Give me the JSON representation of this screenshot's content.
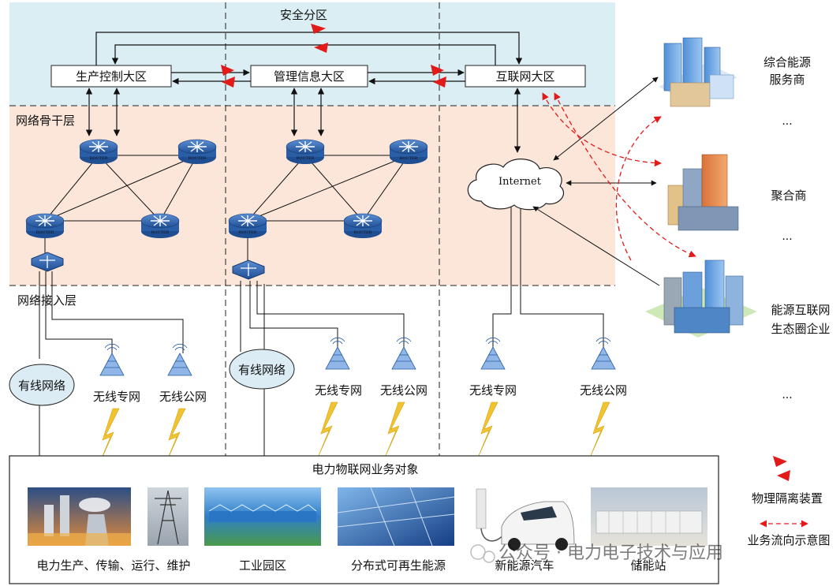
{
  "zones": {
    "security": "安全分区",
    "backbone": "网络骨干层",
    "access": "网络接入层"
  },
  "areas": {
    "production": "生产控制大区",
    "management": "管理信息大区",
    "internet_zone": "互联网大区"
  },
  "network": {
    "internet": "Internet",
    "router_label": "ROUTER",
    "wired": "有线网络",
    "wireless_private": "无线专网",
    "wireless_public": "无线公网"
  },
  "external": {
    "energy_service": [
      "综合能源",
      "服务商"
    ],
    "aggregator": "聚合商",
    "ecosystem": [
      "能源互联网",
      "生态圈企业"
    ],
    "ellipsis": "..."
  },
  "business": {
    "title": "电力物联网业务对象",
    "items": [
      "电力生产、传输、运行、维护",
      "工业园区",
      "分布式可再生能源",
      "新能源汽车",
      "储能站"
    ]
  },
  "legend": {
    "isolation": "物理隔离装置",
    "flow": "业务流向示意图"
  },
  "watermark": "公众号 · 电力电子技术与应用",
  "colors": {
    "security_bg": "#daeef4",
    "backbone_bg": "#fbe6d9",
    "router_blue": "#2a5fa8",
    "flow_red": "#e21a1a",
    "bolt_yellow": "#f1c232"
  }
}
